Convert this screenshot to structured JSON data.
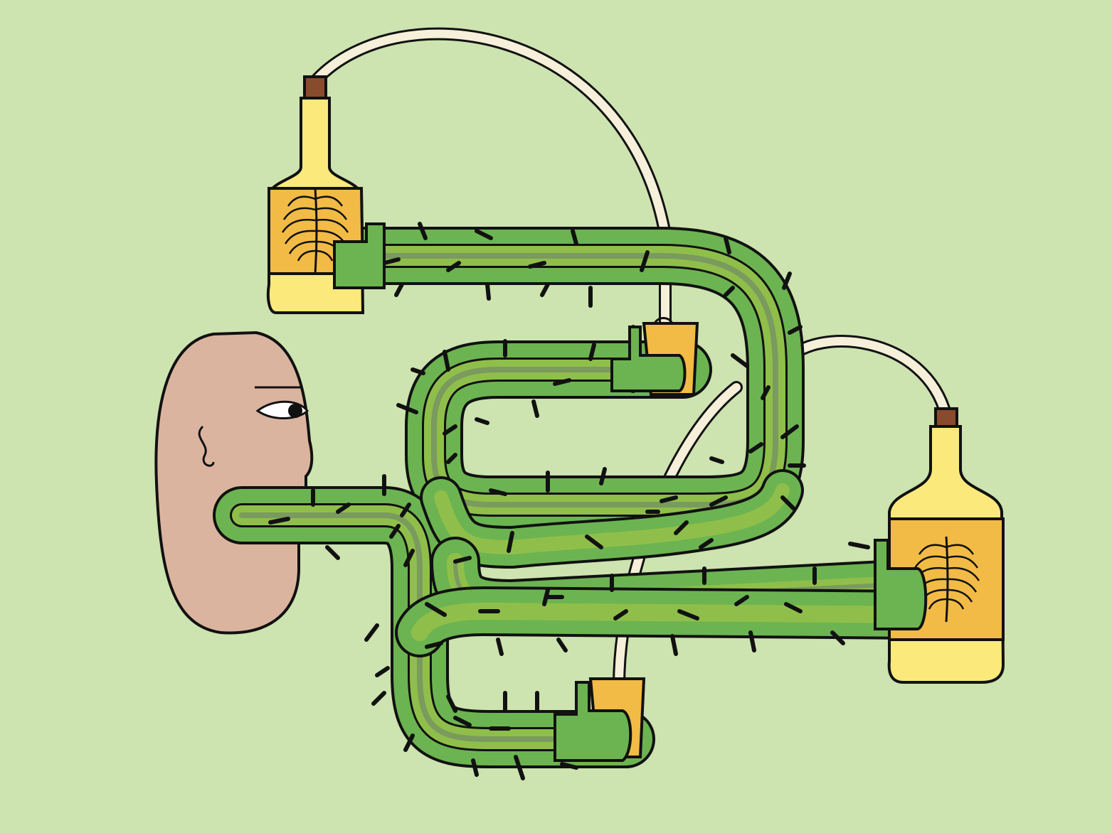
{
  "scene": {
    "background": "#cde3b0",
    "palette": {
      "outline": "#111111",
      "cactus_light": "#8fbf4a",
      "cactus_mid": "#6cb451",
      "cactus_dark": "#7a9a5e",
      "bottle_yellow": "#fbe97c",
      "bottle_label": "#f2bb46",
      "cork": "#8a4a2e",
      "cup": "#f2bb46",
      "tube": "#f6efd9",
      "skin": "#dbb49f"
    },
    "elements": [
      {
        "name": "head",
        "icon": "head-profile-icon"
      },
      {
        "name": "bottle-top-left",
        "icon": "bottle-icon"
      },
      {
        "name": "bottle-right",
        "icon": "bottle-icon"
      },
      {
        "name": "cup-upper",
        "icon": "cup-icon"
      },
      {
        "name": "cup-lower",
        "icon": "cup-icon"
      },
      {
        "name": "cactus-pipes",
        "icon": "cactus-icon"
      },
      {
        "name": "tubes",
        "icon": "tube-icon"
      },
      {
        "name": "palm-leaf",
        "icon": "leaf-icon"
      }
    ]
  }
}
